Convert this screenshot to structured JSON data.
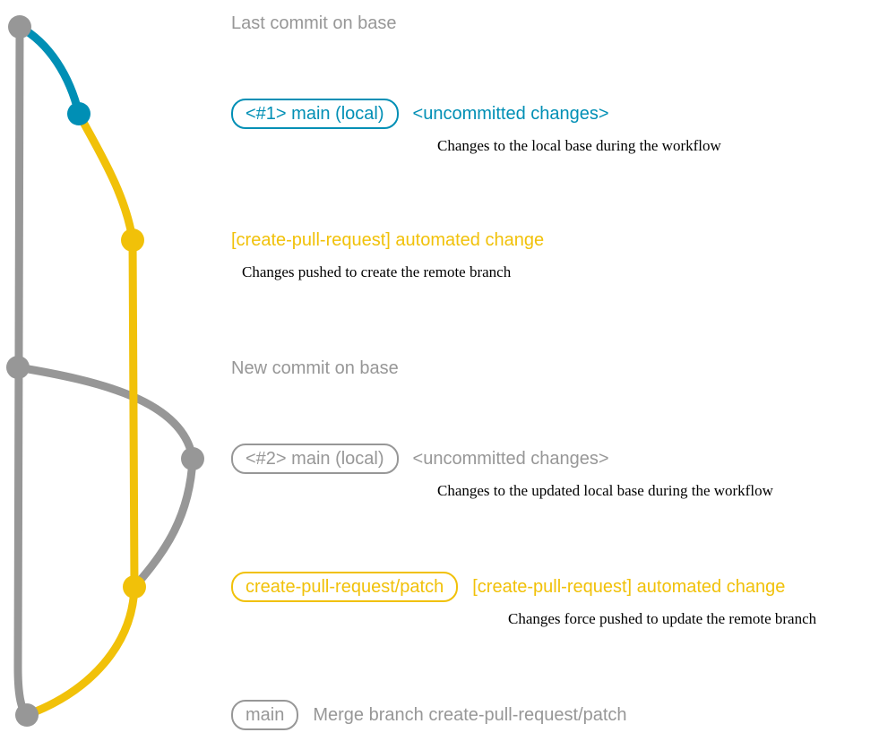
{
  "diagram": {
    "colors": {
      "gray": "#979797",
      "blue": "#008fb5",
      "yellow": "#f1c109",
      "note_text": "#000000"
    },
    "rows": {
      "last_commit": {
        "label": "Last commit on base"
      },
      "main_local_1": {
        "badge": "<#1> main (local)",
        "status": "<uncommitted changes>",
        "note": "Changes to the local base during the workflow"
      },
      "automated_change_1": {
        "label": "[create-pull-request] automated change",
        "note": "Changes pushed to create the remote branch"
      },
      "new_commit": {
        "label": "New commit on base"
      },
      "main_local_2": {
        "badge": "<#2> main (local)",
        "status": "<uncommitted changes>",
        "note": "Changes to the updated local base during the workflow"
      },
      "patch_branch": {
        "badge": "create-pull-request/patch",
        "label": "[create-pull-request] automated change",
        "note": "Changes force pushed to update the remote branch"
      },
      "merge_commit": {
        "badge": "main",
        "label": "Merge branch create-pull-request/patch"
      }
    }
  }
}
